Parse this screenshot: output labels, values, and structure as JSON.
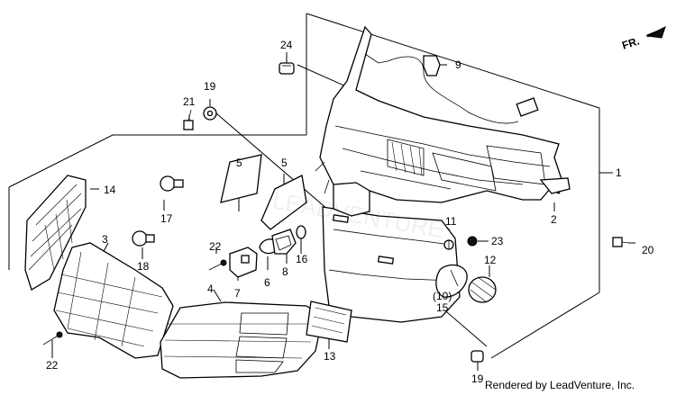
{
  "diagram": {
    "callouts": [
      {
        "id": "c1",
        "text": "1"
      },
      {
        "id": "c2",
        "text": "2"
      },
      {
        "id": "c3",
        "text": "3"
      },
      {
        "id": "c4",
        "text": "4"
      },
      {
        "id": "c5",
        "text": "5"
      },
      {
        "id": "c5b",
        "text": "5"
      },
      {
        "id": "c6",
        "text": "6"
      },
      {
        "id": "c7",
        "text": "7"
      },
      {
        "id": "c8",
        "text": "8"
      },
      {
        "id": "c9",
        "text": "9"
      },
      {
        "id": "c10",
        "text": "(10)"
      },
      {
        "id": "c11",
        "text": "11"
      },
      {
        "id": "c12",
        "text": "12"
      },
      {
        "id": "c13",
        "text": "13"
      },
      {
        "id": "c14",
        "text": "14"
      },
      {
        "id": "c15",
        "text": "15"
      },
      {
        "id": "c16",
        "text": "16"
      },
      {
        "id": "c17",
        "text": "17"
      },
      {
        "id": "c18",
        "text": "18"
      },
      {
        "id": "c19a",
        "text": "19"
      },
      {
        "id": "c19b",
        "text": "19"
      },
      {
        "id": "c20",
        "text": "20"
      },
      {
        "id": "c21",
        "text": "21"
      },
      {
        "id": "c22a",
        "text": "22"
      },
      {
        "id": "c22b",
        "text": "22"
      },
      {
        "id": "c23",
        "text": "23"
      },
      {
        "id": "c24",
        "text": "24"
      }
    ],
    "direction_label": "FR.",
    "credit": "Rendered by LeadVenture, Inc.",
    "watermark": "LEADVENTURE"
  }
}
